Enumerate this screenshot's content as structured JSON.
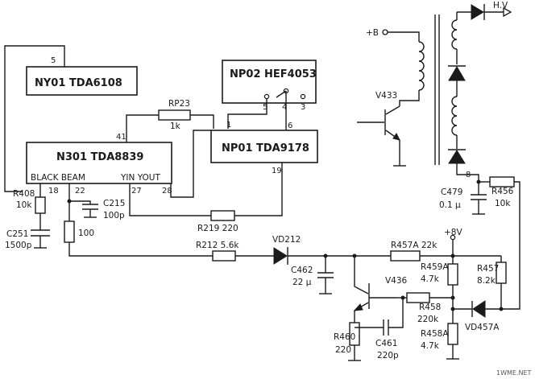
{
  "chips": {
    "ny01": "NY01 TDA6108",
    "np02": "NP02 HEF4053",
    "np01": "NP01 TDA9178",
    "n301": "N301 TDA8839",
    "n301_black_beam": "BLACK BEAM",
    "n301_yin_yout": "YIN YOUT"
  },
  "pins": {
    "ny01_5": "5",
    "np02_5": "5",
    "np02_4": "4",
    "np02_3": "3",
    "np02_6": "6",
    "np01_1": "1",
    "np01_19": "19",
    "n301_41": "41",
    "n301_18": "18",
    "n301_22": "22",
    "n301_27": "27",
    "n301_28": "28",
    "fbt_8": "8"
  },
  "components": {
    "rp23_name": "RP23",
    "rp23_val": "1k",
    "r408_name": "R408",
    "r408_val": "10k",
    "c215_name": "C215",
    "c215_val": "100p",
    "c251_name": "C251",
    "c251_val": "1500p",
    "r100_val": "100",
    "r219": "R219 220",
    "r212": "R212 5.6k",
    "vd212": "VD212",
    "c462_name": "C462",
    "c462_val": "22 µ",
    "r457a": "R457A 22k",
    "plus8v": "+8V",
    "r459a_name": "R459A",
    "r459a_val": "4.7k",
    "r457_name": "R457",
    "r457_val": "8.2k",
    "v436": "V436",
    "r458_name": "R458",
    "r458_val": "220k",
    "vd457a": "VD457A",
    "r460_name": "R460",
    "r460_val": "220",
    "c461_name": "C461",
    "c461_val": "220p",
    "r458a_name": "R458A",
    "r458a_val": "4.7k",
    "c479_name": "C479",
    "c479_val": "0.1 µ",
    "r456_name": "R456",
    "r456_val": "10k",
    "v433": "V433",
    "plus_b": "+B",
    "hv": "H.V"
  },
  "watermark": "1WME.NET"
}
